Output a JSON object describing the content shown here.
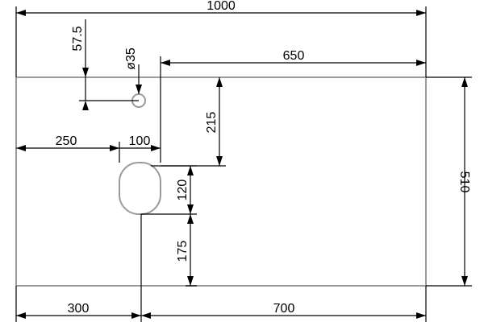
{
  "drawing": {
    "dimensions": {
      "overall_width": "1000",
      "top_right_width": "650",
      "hole_diameter": "ø35",
      "hole_offset": "57.5",
      "left_offset": "250",
      "cutout_width": "100",
      "cutout_depth": "215",
      "cutout_height": "120",
      "bottom_offset": "175",
      "overall_height": "510",
      "bottom_left": "300",
      "bottom_right": "700"
    },
    "colors": {
      "outline": "#9a9a9a",
      "dimension_line": "#000000",
      "text": "#000000"
    }
  }
}
